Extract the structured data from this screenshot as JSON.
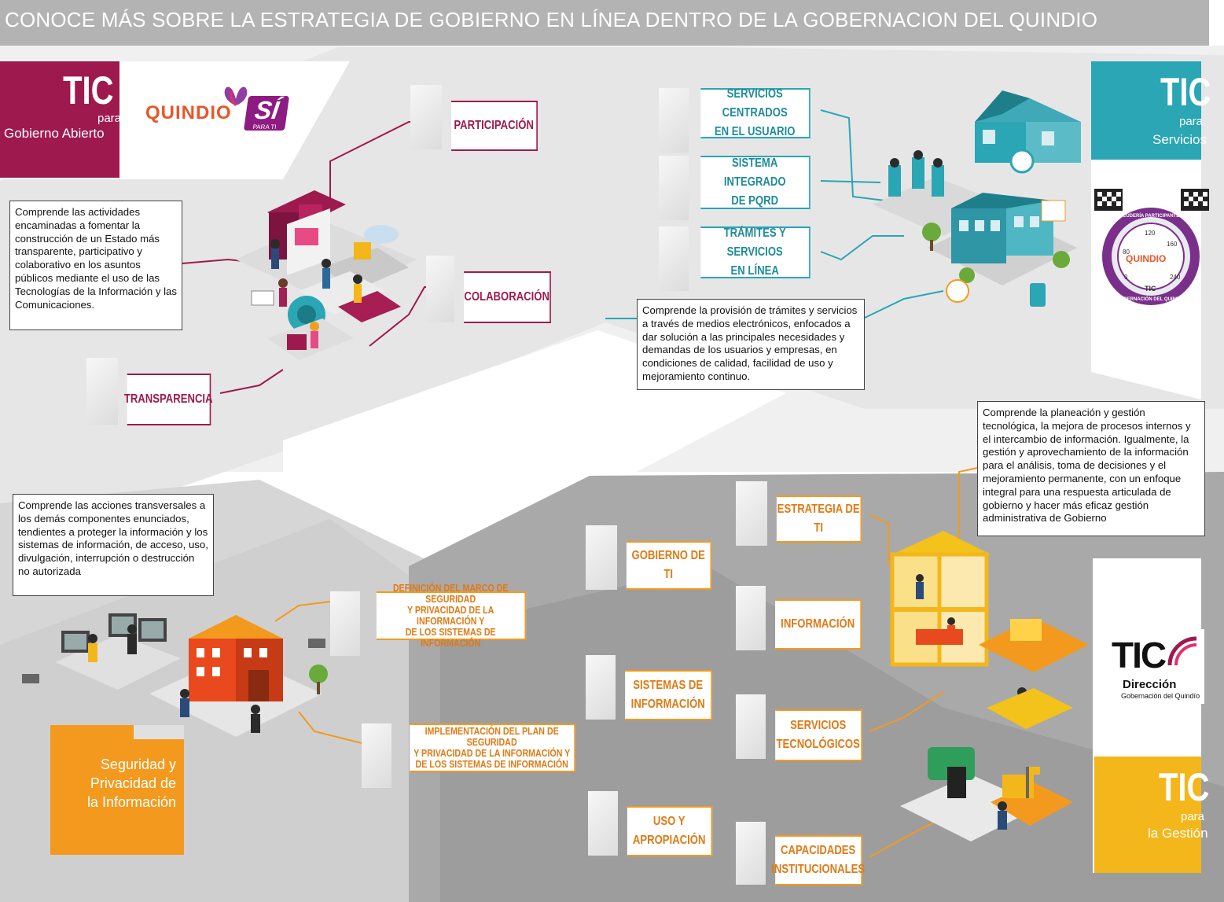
{
  "title": "CONOCE MÁS SOBRE LA ESTRATEGIA DE GOBIERNO EN LÍNEA DENTRO DE LA GOBERNACION DEL QUINDIO",
  "colors": {
    "purple": "#9e1a4e",
    "teal": "#2aa6b5",
    "orange": "#f39a1e",
    "yellow": "#f3b71b",
    "grey": "#b3b3b3"
  },
  "gobierno_abierto": {
    "tic": "TIC",
    "para": "para",
    "name": "Gobierno Abierto",
    "logo_main": "QUINDIO",
    "logo_si": "SÍ",
    "logo_sub": "PARA TI",
    "description": "Comprende las actividades encaminadas a fomentar la construcción de un Estado más transparente, participativo y colaborativo en los asuntos públicos mediante el uso de las Tecnologías de la Información y las Comunicaciones.",
    "labels": [
      "PARTICIPACIÓN",
      "COLABORACIÓN",
      "TRANSPARENCIA"
    ]
  },
  "servicios": {
    "tic": "TIC",
    "para": "para",
    "name": "Servicios",
    "description": "Comprende la provisión de trámites y servicios a través de medios electrónicos, enfocados a dar solución a las principales necesidades y demandas de los usuarios y empresas, en condiciones de calidad, facilidad de uso y mejoramiento continuo.",
    "labels": [
      {
        "line1": "SERVICIOS CENTRADOS",
        "line2": "EN EL USUARIO"
      },
      {
        "line1": "SISTEMA INTEGRADO",
        "line2": "DE PQRD"
      },
      {
        "line1": "TRÁMITES Y SERVICIOS",
        "line2": "EN LÍNEA"
      }
    ],
    "badge": {
      "top": "ESCUDERÍA PARTICIPANTE",
      "bottom": "GOBERNACIÓN DEL QUINDÍO",
      "tic": "TIC",
      "logo": "QUINDIO",
      "ticks": [
        "80",
        "120",
        "160",
        "0",
        "240"
      ]
    }
  },
  "seguridad": {
    "name_line1": "Seguridad y",
    "name_line2": "Privacidad de",
    "name_line3": "la Información",
    "description": "Comprende las acciones transversales a los demás componentes enunciados, tendientes a proteger la información y los sistemas de información, de acceso, uso, divulgación, interrupción o destrucción no autorizada",
    "labels": [
      {
        "line1": "DEFINICIÓN DEL MARCO DE  SEGURIDAD",
        "line2": "Y PRIVACIDAD  DE LA INFORMACIÓN Y",
        "line3": "DE LOS SISTEMAS DE INFORMACIÓN"
      },
      {
        "line1": "IMPLEMENTACIÓN DEL PLAN DE SEGURIDAD",
        "line2": "Y PRIVACIDAD DE LA INFORMACIÓN Y",
        "line3": "DE LOS SISTEMAS DE INFORMACIÓN"
      }
    ]
  },
  "gestion": {
    "tic": "TIC",
    "para": "para",
    "name": "la Gestión",
    "description": "Comprende la planeación y gestión tecnológica, la mejora de procesos internos y el intercambio de información. Igualmente, la gestión y aprovechamiento de la información para el análisis, toma de decisiones y el mejoramiento permanente, con un enfoque integral para una respuesta articulada de gobierno y hacer más eficaz gestión administrativa de Gobierno",
    "labels_left": [
      "GOBIERNO DE TI",
      {
        "line1": "SISTEMAS DE",
        "line2": "INFORMACIÓN"
      },
      "USO Y APROPIACIÓN"
    ],
    "labels_right": [
      "ESTRATEGIA DE TI",
      "INFORMACIÓN",
      {
        "line1": "SERVICIOS",
        "line2": "TECNOLÓGICOS"
      },
      {
        "line1": "CAPACIDADES",
        "line2": "INSTITUCIONALES"
      }
    ],
    "direccion_logo": {
      "tic": "TIC",
      "name": "Dirección",
      "sub": "Gobernación del Quindío"
    }
  }
}
